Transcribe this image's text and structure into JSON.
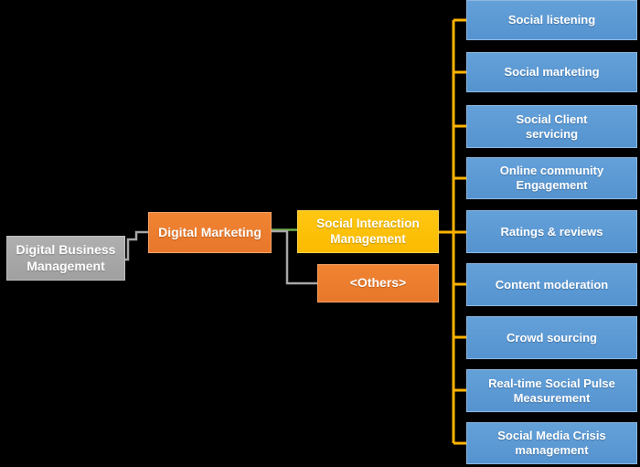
{
  "diagram": {
    "title": "Digital Business Management hierarchy",
    "root": {
      "label": "Digital Business\nManagement"
    },
    "marketing": {
      "label": "Digital Marketing"
    },
    "interaction": {
      "label": "Social Interaction\nManagement"
    },
    "others": {
      "label": "<Others>"
    },
    "leaves": [
      "Social listening",
      "Social marketing",
      "Social Client\nservicing",
      "Online community\nEngagement",
      "Ratings & reviews",
      "Content moderation",
      "Crowd sourcing",
      "Real-time Social Pulse\nMeasurement",
      "Social Media Crisis\nmanagement"
    ],
    "colors": {
      "background": "#000000",
      "root_fill": "#A6A6A6",
      "marketing_fill": "#ED7D31",
      "interaction_fill": "#FFC000",
      "others_fill": "#ED7D31",
      "leaf_fill": "#5B9BD5",
      "connector_gray": "#A6A6A6",
      "connector_green": "#70AD47",
      "connector_amber": "#FFB300",
      "text": "#FFFFFF"
    }
  }
}
